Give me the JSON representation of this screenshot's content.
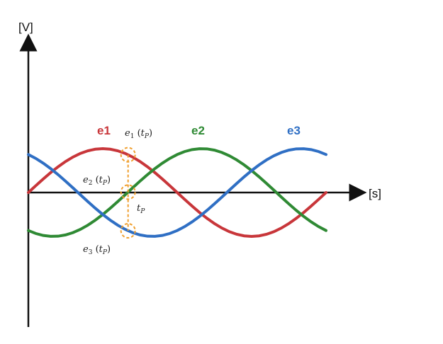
{
  "chart_data": {
    "type": "line",
    "x_unit": "[s]",
    "y_unit": "[V]",
    "xlim": [
      0,
      2.4
    ],
    "ylim": [
      -1.4,
      2.0
    ],
    "grid": false,
    "x_ticks": [],
    "y_ticks": [],
    "amplitude": 1,
    "period_fraction_of_axis": 1,
    "series": [
      {
        "name": "e1",
        "color": "#c8363a",
        "phase_deg": 0
      },
      {
        "name": "e2",
        "color": "#2f8a34",
        "phase_deg": -120
      },
      {
        "name": "e3",
        "color": "#2f6fc4",
        "phase_deg": 120
      }
    ],
    "sample_step": 0.025,
    "t_P": 0.58,
    "annotations": {
      "e1": {
        "base": "e",
        "sub": "1",
        "arg": "t",
        "argsub": "P"
      },
      "e2": {
        "base": "e",
        "sub": "2",
        "arg": "t",
        "argsub": "P"
      },
      "e3": {
        "base": "e",
        "sub": "3",
        "arg": "t",
        "argsub": "P"
      },
      "tp": {
        "base": "t",
        "sub": "P"
      }
    },
    "marker_color": "#f0a030"
  }
}
